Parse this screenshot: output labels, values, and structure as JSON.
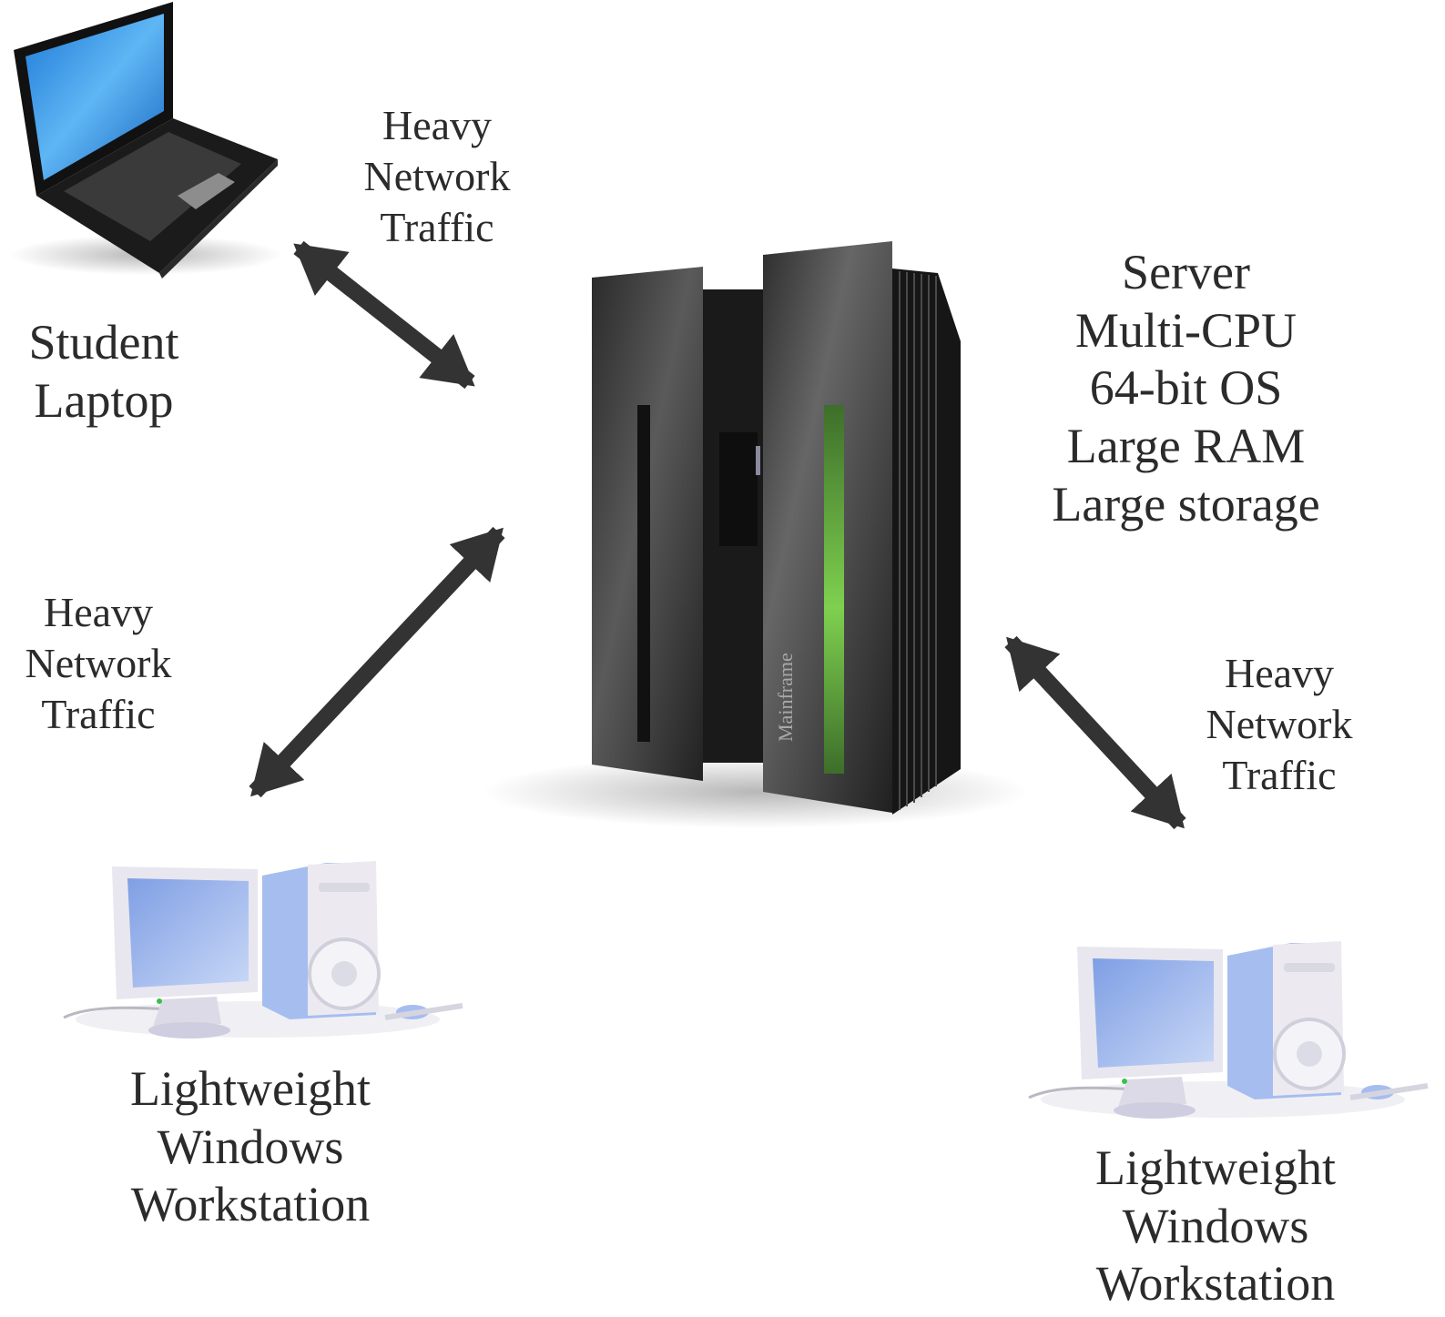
{
  "nodes": {
    "laptop": {
      "lines": [
        "Student",
        "Laptop"
      ]
    },
    "server": {
      "lines": [
        "Server",
        "Multi-CPU",
        "64-bit OS",
        "Large RAM",
        "Large storage"
      ],
      "device_label": "Mainframe"
    },
    "workstation_left": {
      "lines": [
        "Lightweight",
        "Windows",
        "Workstation"
      ]
    },
    "workstation_right": {
      "lines": [
        "Lightweight",
        "Windows",
        "Workstation"
      ]
    }
  },
  "links": {
    "laptop_server": {
      "lines": [
        "Heavy",
        "Network",
        "Traffic"
      ]
    },
    "workstation_left_server": {
      "lines": [
        "Heavy",
        "Network",
        "Traffic"
      ]
    },
    "workstation_right_server": {
      "lines": [
        "Heavy",
        "Network",
        "Traffic"
      ]
    }
  },
  "colors": {
    "text": "#2b2b2b",
    "arrow": "#333333",
    "server_body": "#3a3a3a",
    "server_accent": "#6fb24a",
    "screen_blue": "#2a8fe0",
    "workstation_blue": "#a9c3ee"
  }
}
